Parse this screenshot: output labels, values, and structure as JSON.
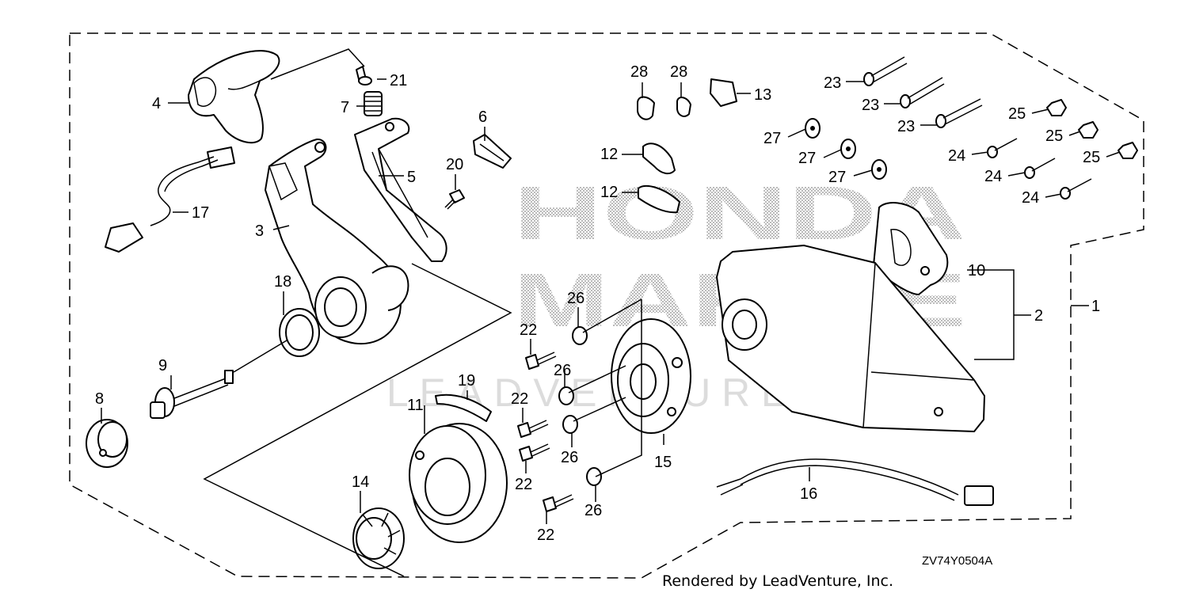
{
  "diagram": {
    "drawing_code": "ZV74Y0504A",
    "footer": "Rendered by LeadVenture, Inc.",
    "watermark": {
      "line1": "HONDA",
      "line2": "MARINE",
      "line3": "LEADVENTURE"
    },
    "callouts": [
      {
        "id": "1",
        "label": "1"
      },
      {
        "id": "2",
        "label": "2"
      },
      {
        "id": "3",
        "label": "3"
      },
      {
        "id": "4",
        "label": "4"
      },
      {
        "id": "5",
        "label": "5"
      },
      {
        "id": "6",
        "label": "6"
      },
      {
        "id": "7",
        "label": "7"
      },
      {
        "id": "8",
        "label": "8"
      },
      {
        "id": "9",
        "label": "9"
      },
      {
        "id": "10",
        "label": "10"
      },
      {
        "id": "11",
        "label": "11"
      },
      {
        "id": "12a",
        "label": "12"
      },
      {
        "id": "12b",
        "label": "12"
      },
      {
        "id": "13",
        "label": "13"
      },
      {
        "id": "14",
        "label": "14"
      },
      {
        "id": "15",
        "label": "15"
      },
      {
        "id": "16",
        "label": "16"
      },
      {
        "id": "17",
        "label": "17"
      },
      {
        "id": "18",
        "label": "18"
      },
      {
        "id": "19",
        "label": "19"
      },
      {
        "id": "20",
        "label": "20"
      },
      {
        "id": "21",
        "label": "21"
      },
      {
        "id": "22a",
        "label": "22"
      },
      {
        "id": "22b",
        "label": "22"
      },
      {
        "id": "22c",
        "label": "22"
      },
      {
        "id": "22d",
        "label": "22"
      },
      {
        "id": "23a",
        "label": "23"
      },
      {
        "id": "23b",
        "label": "23"
      },
      {
        "id": "23c",
        "label": "23"
      },
      {
        "id": "24a",
        "label": "24"
      },
      {
        "id": "24b",
        "label": "24"
      },
      {
        "id": "24c",
        "label": "24"
      },
      {
        "id": "25a",
        "label": "25"
      },
      {
        "id": "25b",
        "label": "25"
      },
      {
        "id": "25c",
        "label": "25"
      },
      {
        "id": "26a",
        "label": "26"
      },
      {
        "id": "26b",
        "label": "26"
      },
      {
        "id": "26c",
        "label": "26"
      },
      {
        "id": "26d",
        "label": "26"
      },
      {
        "id": "27a",
        "label": "27"
      },
      {
        "id": "27b",
        "label": "27"
      },
      {
        "id": "27c",
        "label": "27"
      },
      {
        "id": "28a",
        "label": "28"
      },
      {
        "id": "28b",
        "label": "28"
      }
    ]
  }
}
